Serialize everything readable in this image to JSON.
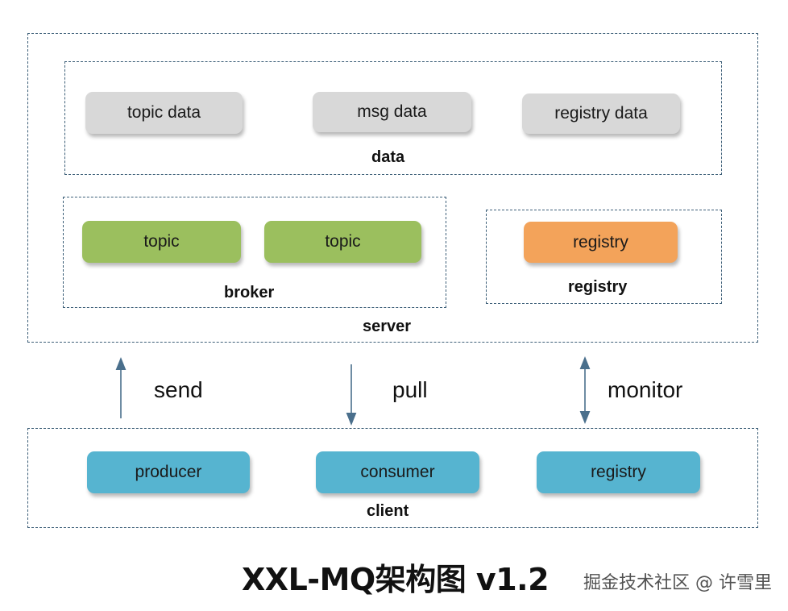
{
  "server": {
    "label": "server",
    "data": {
      "label": "data",
      "items": [
        "topic data",
        "msg data",
        "registry data"
      ]
    },
    "broker": {
      "label": "broker",
      "items": [
        "topic",
        "topic"
      ]
    },
    "registry": {
      "label": "registry",
      "items": [
        "registry"
      ]
    }
  },
  "flows": {
    "send": "send",
    "pull": "pull",
    "monitor": "monitor"
  },
  "client": {
    "label": "client",
    "items": [
      "producer",
      "consumer",
      "registry"
    ]
  },
  "title": "XXL-MQ架构图 v1.2",
  "watermark": "掘金技术社区 @ 许雪里",
  "colors": {
    "frame": "#3d5f78",
    "data_box": "#d8d8d8",
    "broker_box": "#9bbf5e",
    "registry_box": "#f3a35a",
    "client_box": "#56b4d0"
  }
}
